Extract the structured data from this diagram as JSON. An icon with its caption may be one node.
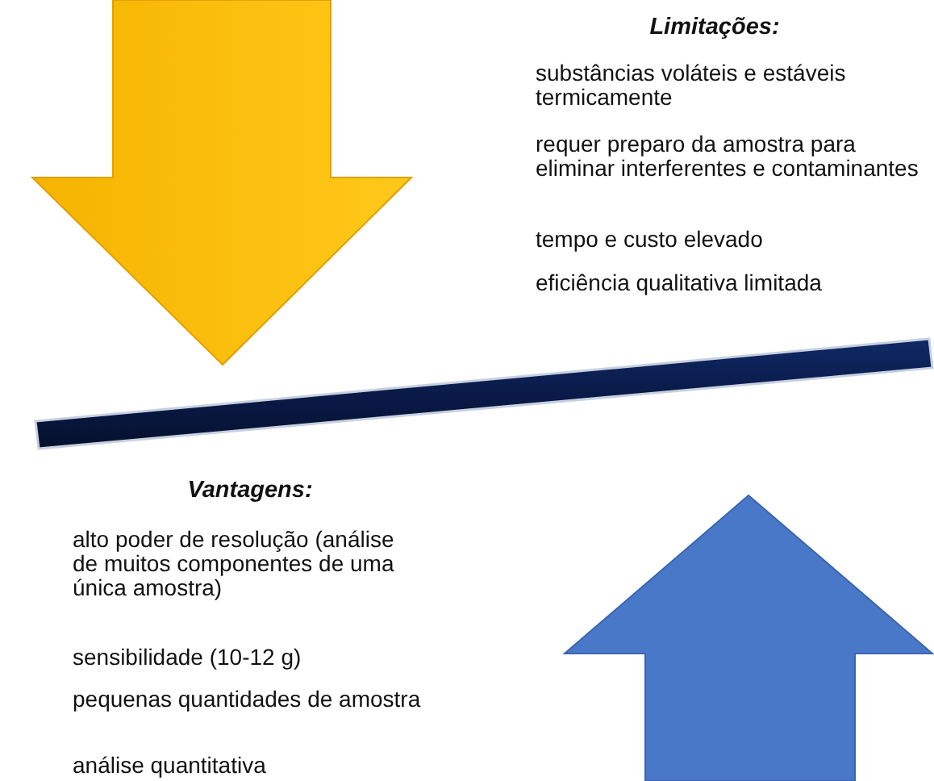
{
  "diagram": {
    "labels": [
      "Limitações:",
      "substâncias voláteis e estáveis termicamente",
      "requer preparo da amostra para eliminar interferentes e contaminantes",
      "tempo e custo elevado",
      "eficiência qualitativa limitada",
      "Vantagens:",
      "alto poder de resolução (análise de muitos componentes de uma única amostra)",
      "sensibilidade (10-12 g)",
      "pequenas quantidades de amostra",
      "análise quantitativa"
    ]
  }
}
